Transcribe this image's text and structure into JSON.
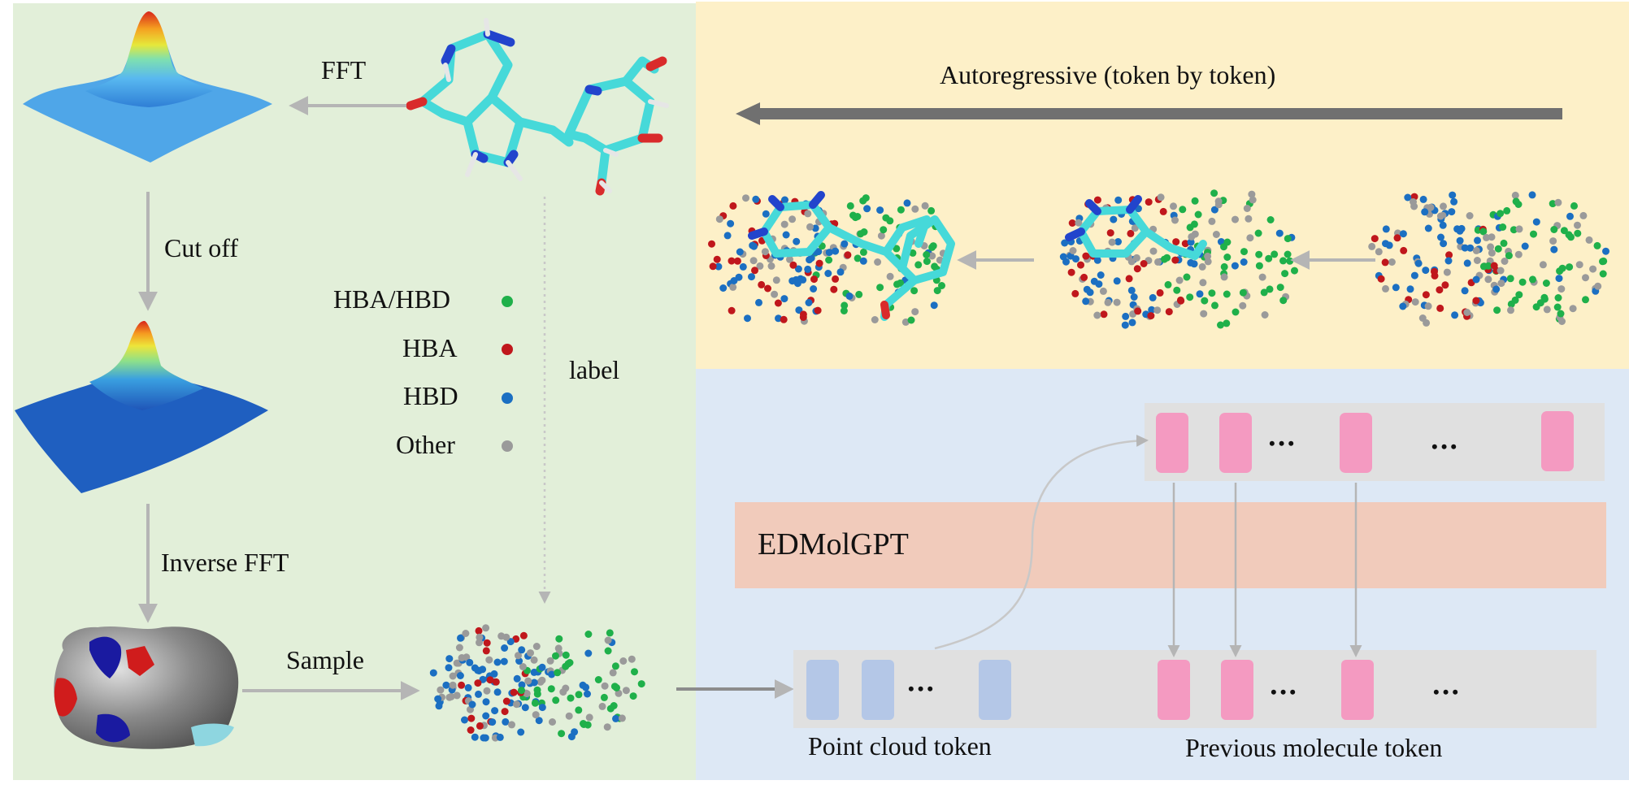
{
  "left_panel": {
    "fft_label": "FFT",
    "cutoff_label": "Cut off",
    "inverse_fft_label": "Inverse FFT",
    "sample_label": "Sample",
    "label_text": "label",
    "legend": [
      {
        "label": "HBA/HBD",
        "color": "#1fb04a"
      },
      {
        "label": "HBA",
        "color": "#c0171c"
      },
      {
        "label": "HBD",
        "color": "#1b6fc2"
      },
      {
        "label": "Other",
        "color": "#9a9a9a"
      }
    ]
  },
  "top_panel": {
    "arrow_label": "Autoregressive (token by token)"
  },
  "bottom_panel": {
    "model_label": "EDMolGPT",
    "point_cloud_label": "Point cloud token",
    "previous_molecule_label": "Previous molecule token",
    "ellipsis": "•••"
  },
  "colors": {
    "left_bg": "#e2efd9",
    "top_bg": "#fdf0c8",
    "bottom_bg": "#dde8f5",
    "token_pink": "#f49ac1",
    "token_blue": "#b4c7e7",
    "model_bar": "#f1cbbb",
    "arrow_dark": "#707070",
    "arrow_light": "#b5b5b5",
    "carbon": "#46d9d9",
    "oxygen": "#d92b2b",
    "nitrogen": "#2244cc"
  }
}
